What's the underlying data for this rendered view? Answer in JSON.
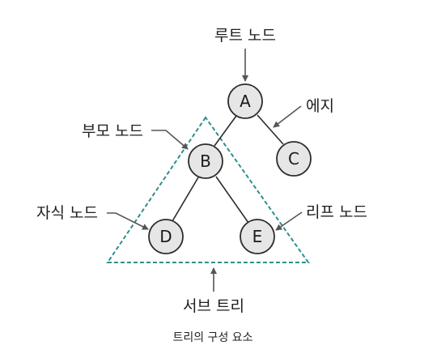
{
  "nodes": {
    "a": "A",
    "b": "B",
    "c": "C",
    "d": "D",
    "e": "E"
  },
  "labels": {
    "root_node": "루트 노드",
    "edge": "에지",
    "parent_node": "부모 노드",
    "child_node": "자식 노드",
    "leaf_node": "리프 노드",
    "subtree": "서브 트리"
  },
  "caption": "트리의 구성 요소",
  "colors": {
    "node_fill": "#e6e6e6",
    "subtree_outline": "#2f8f8c",
    "pointer_arrow": "#555555"
  }
}
